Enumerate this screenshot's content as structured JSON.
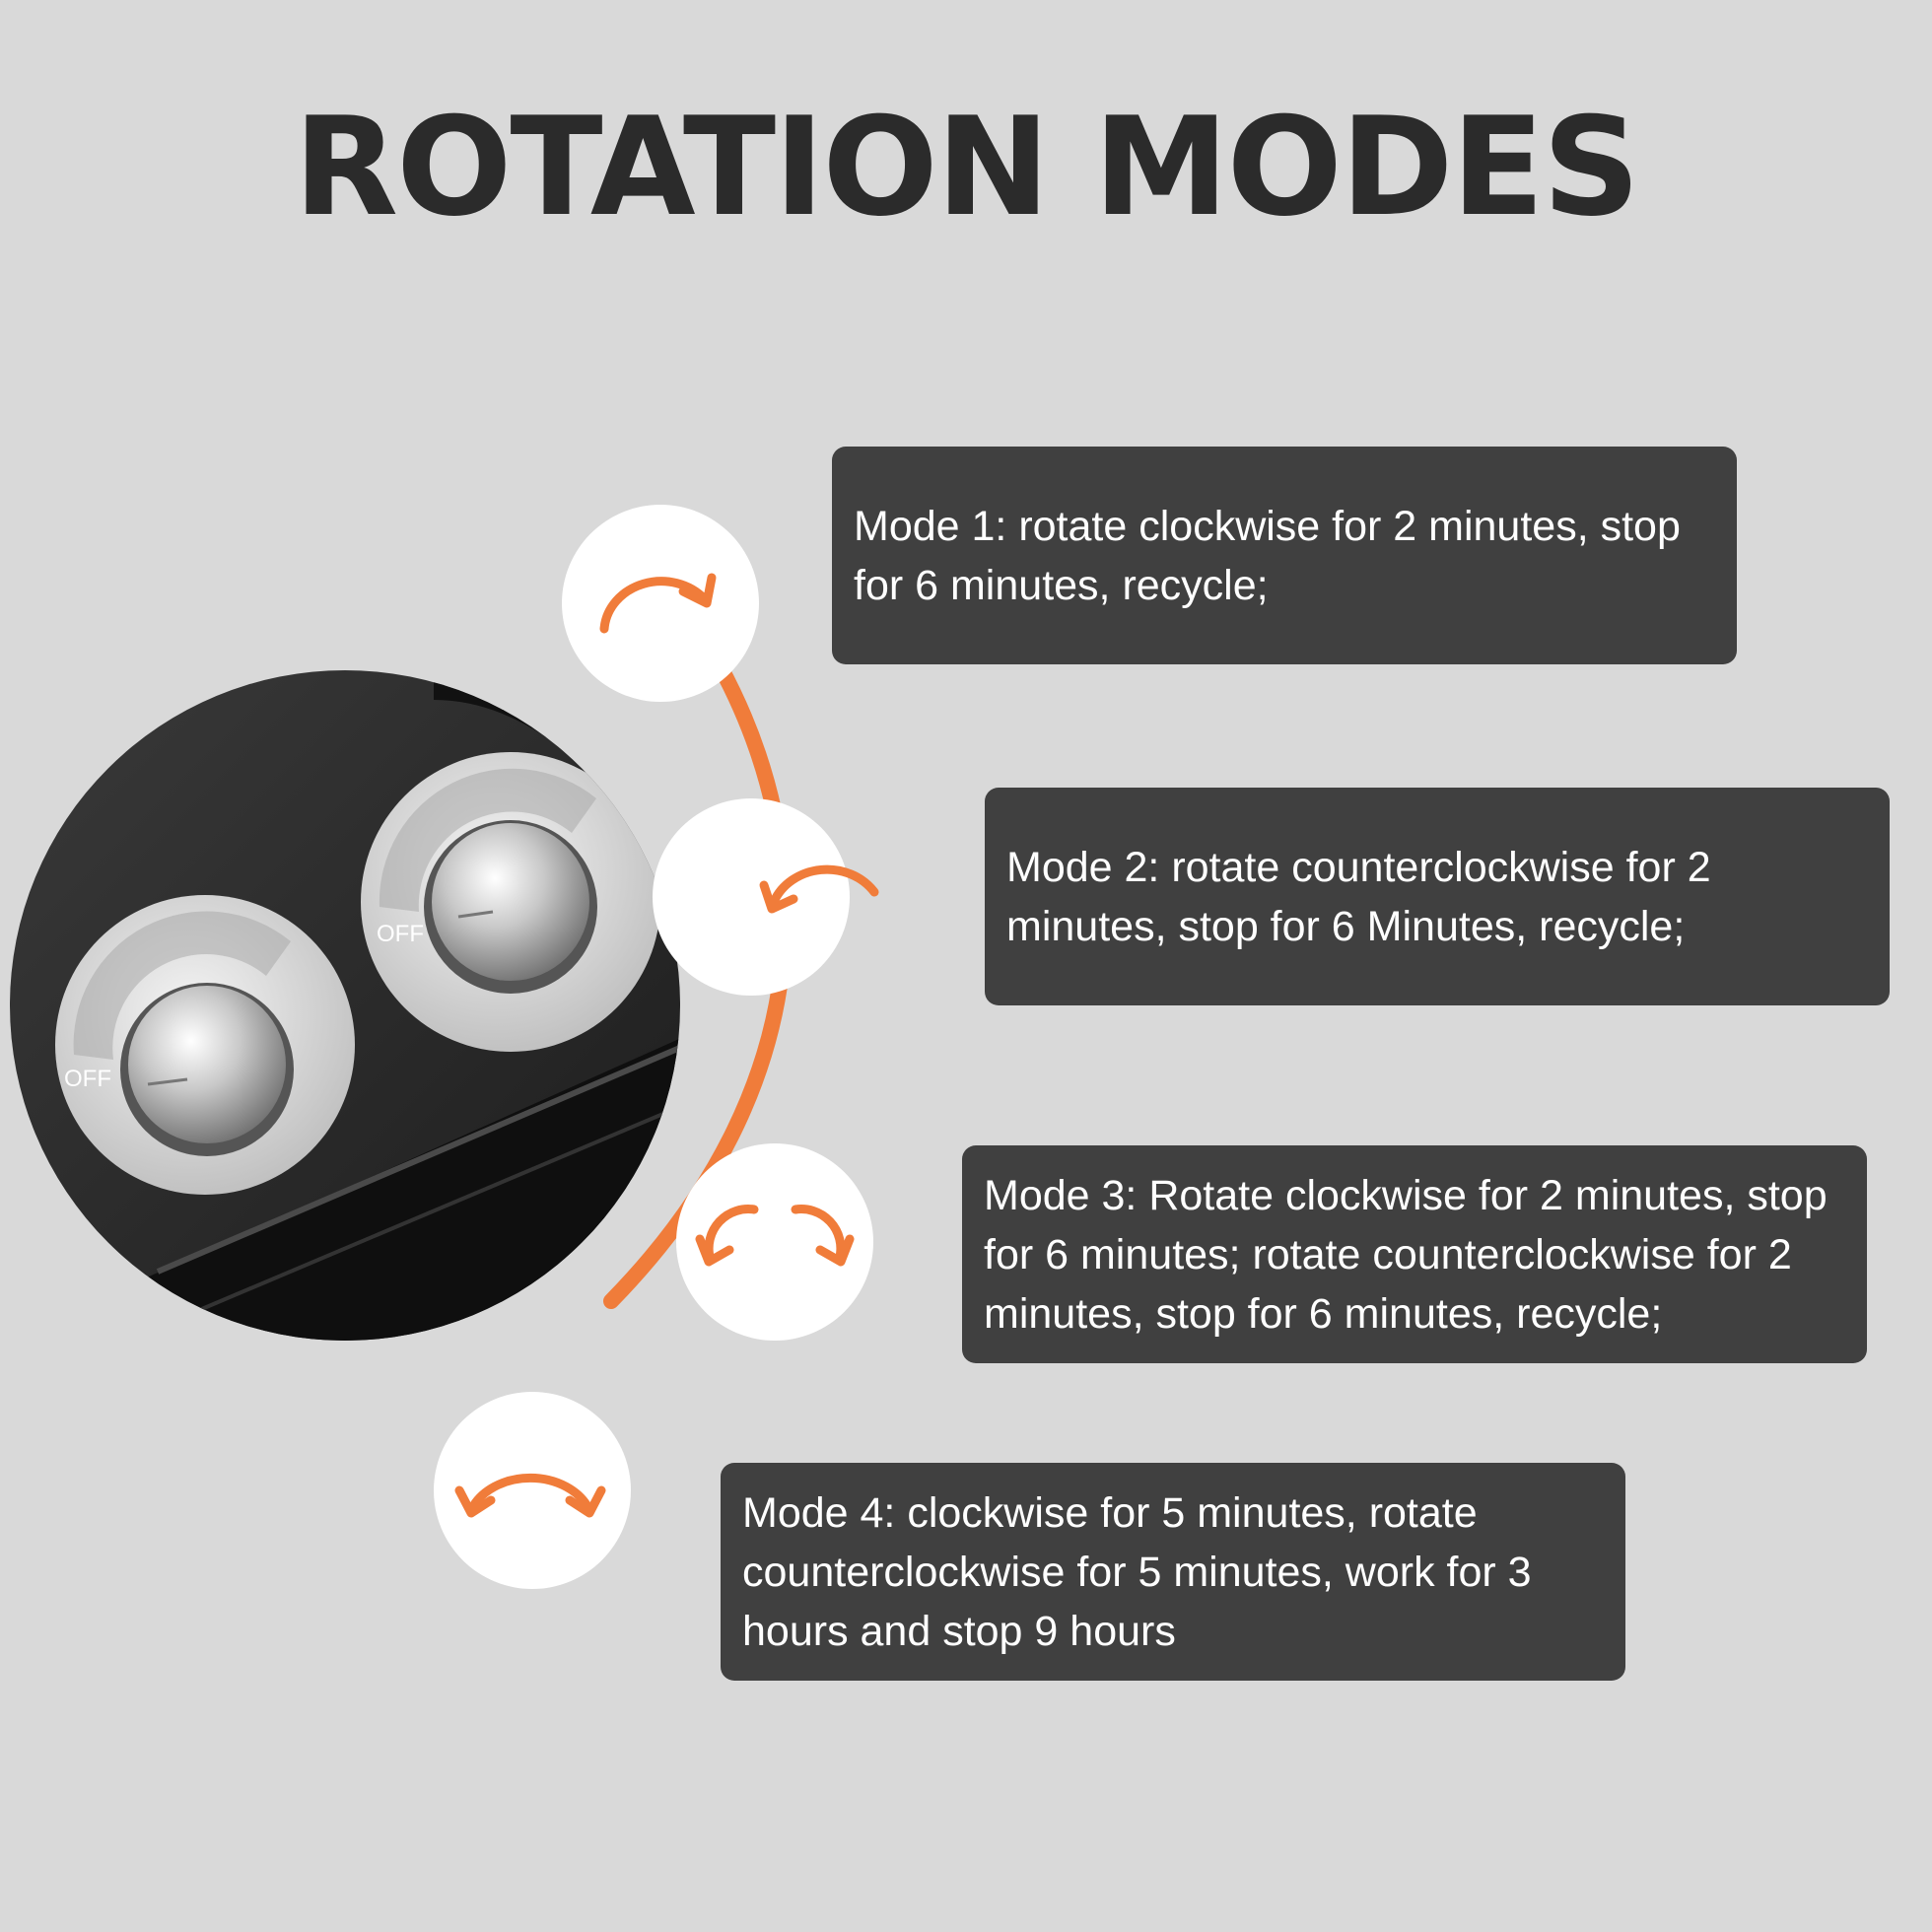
{
  "title": "ROTATION MODES",
  "accent_color": "#f07c3a",
  "panel_color": "#404040",
  "knobs": {
    "left_label": "OFF",
    "right_label": "OFF"
  },
  "modes": [
    {
      "icon": "clockwise-arrow-icon",
      "text": "Mode 1: rotate clockwise for 2 minutes, stop for 6 minutes, recycle;"
    },
    {
      "icon": "counterclockwise-arrow-icon",
      "text": "Mode 2: rotate counterclockwise for 2 minutes, stop for 6 Minutes, recycle;"
    },
    {
      "icon": "alternating-arrows-icon",
      "text": "Mode 3: Rotate clockwise for 2 minutes, stop for 6 minutes; rotate counterclockwise for 2 minutes, stop for 6 minutes, recycle;"
    },
    {
      "icon": "bidirectional-arc-icon",
      "text": "Mode 4: clockwise for 5 minutes, rotate counterclockwise for 5 minutes, work for 3 hours and stop 9 hours"
    }
  ]
}
